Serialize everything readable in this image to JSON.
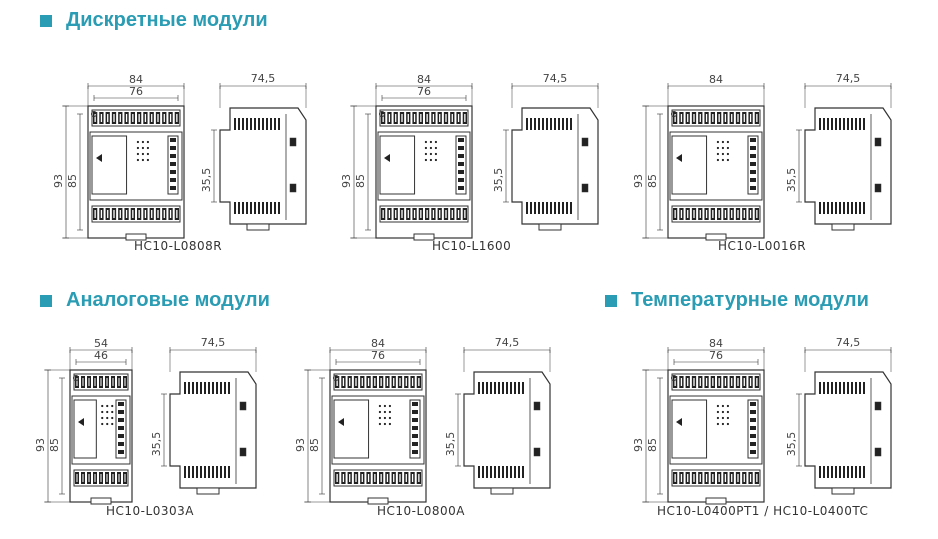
{
  "sections": {
    "discrete": "Дискретные модули",
    "analog": "Аналоговые модули",
    "temperature": "Температурные модули"
  },
  "modules": [
    {
      "model": "HC10-L0808R",
      "width_outer": "84",
      "width_inner": "76",
      "height_outer": "93",
      "height_inner": "85",
      "rail": "35,5",
      "depth": "74,5"
    },
    {
      "model": "HC10-L1600",
      "width_outer": "84",
      "width_inner": "76",
      "height_outer": "93",
      "height_inner": "85",
      "rail": "35,5",
      "depth": "74,5"
    },
    {
      "model": "HC10-L0016R",
      "width_outer": "84",
      "width_inner": "",
      "height_outer": "93",
      "height_inner": "85",
      "rail": "35,5",
      "depth": "74,5"
    },
    {
      "model": "HC10-L0303A",
      "width_outer": "54",
      "width_inner": "46",
      "height_outer": "93",
      "height_inner": "85",
      "rail": "35,5",
      "depth": "74,5"
    },
    {
      "model": "HC10-L0800A",
      "width_outer": "84",
      "width_inner": "76",
      "height_outer": "93",
      "height_inner": "85",
      "rail": "35,5",
      "depth": "74,5"
    },
    {
      "model": "HC10-L0400PT1 / HC10-L0400TC",
      "width_outer": "84",
      "width_inner": "76",
      "height_outer": "93",
      "height_inner": "85",
      "rail": "35,5",
      "depth": "74,5"
    }
  ]
}
